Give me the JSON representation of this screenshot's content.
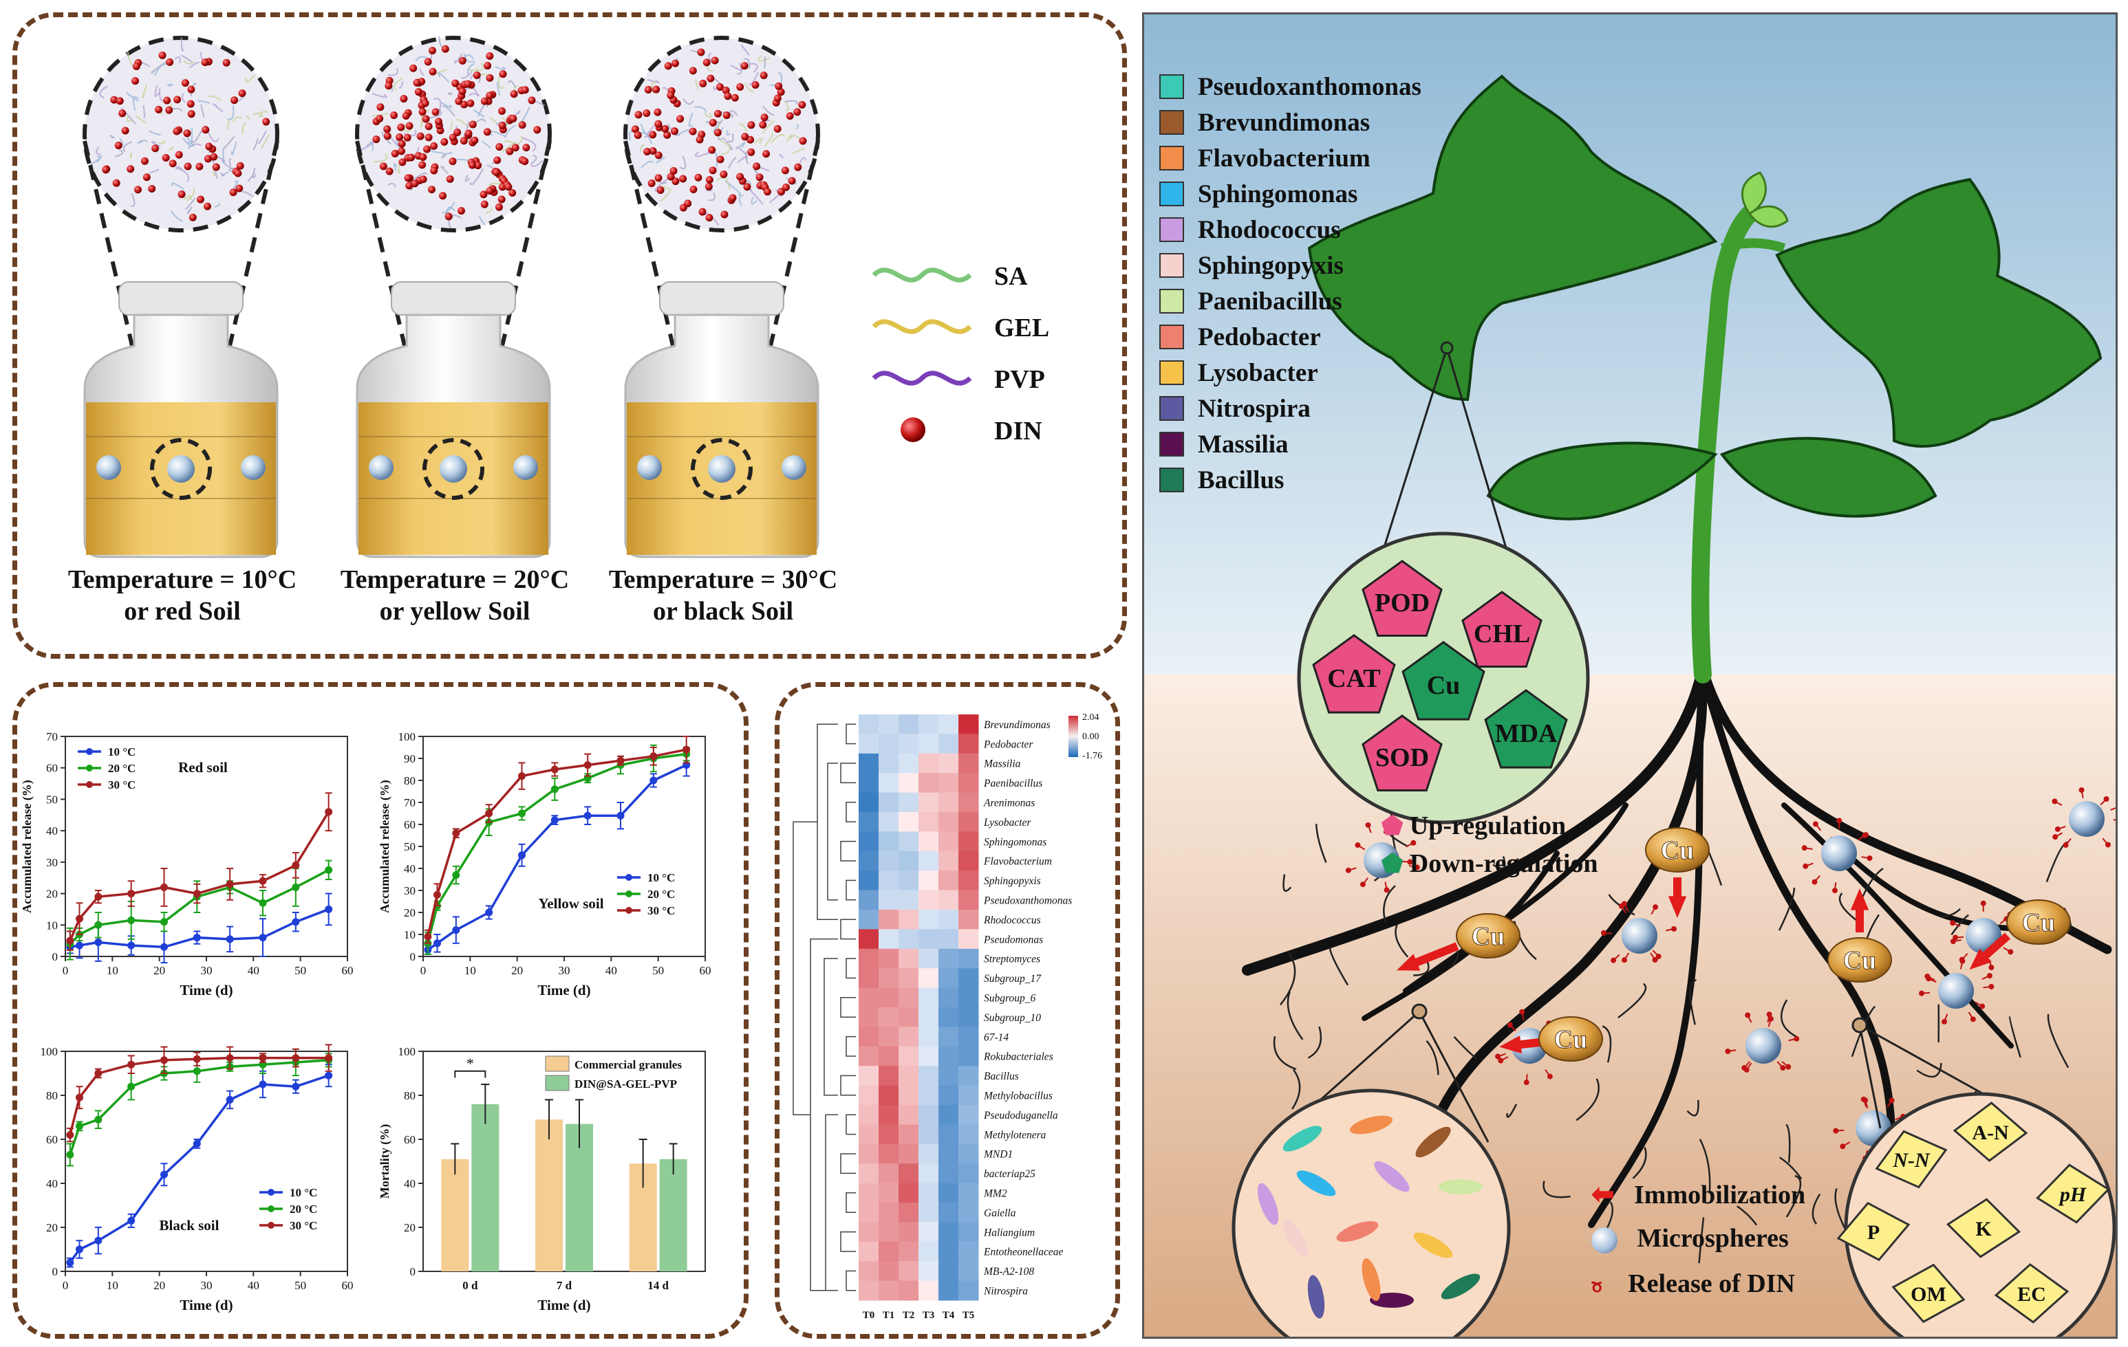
{
  "top_panel": {
    "legend": [
      {
        "label": "SA",
        "color": "#7cc77a"
      },
      {
        "label": "GEL",
        "color": "#e0c24b"
      },
      {
        "label": "PVP",
        "color": "#7a3fb8"
      },
      {
        "label": "DIN",
        "color": "#c01414"
      }
    ],
    "jars": [
      {
        "line1": "Temperature = 10°C",
        "line2": "or red Soil"
      },
      {
        "line1": "Temperature = 20°C",
        "line2": "or yellow Soil"
      },
      {
        "line1": "Temperature = 30°C",
        "line2": "or black Soil"
      }
    ]
  },
  "chart_data": [
    {
      "type": "line",
      "title": "Red soil",
      "xlabel": "Time (d)",
      "ylabel": "Accumulated release (%)",
      "xlim": [
        0,
        60
      ],
      "ylim": [
        0,
        70
      ],
      "xticks": [
        "0",
        "10",
        "20",
        "30",
        "40",
        "50",
        "60"
      ],
      "yticks": [
        "0",
        "10",
        "20",
        "30",
        "40",
        "50",
        "60",
        "70"
      ],
      "x": [
        1,
        3,
        7,
        14,
        21,
        28,
        35,
        42,
        49,
        56
      ],
      "series": [
        {
          "name": "10 °C",
          "color": "#1f3fd6",
          "values": [
            3,
            3.5,
            4.5,
            3.5,
            3,
            6,
            5.5,
            6,
            11,
            15
          ]
        },
        {
          "name": "20 °C",
          "color": "#1aa11a",
          "values": [
            4,
            7,
            10,
            11.5,
            11,
            19,
            22,
            17,
            22,
            27.5
          ]
        },
        {
          "name": "30 °C",
          "color": "#a52222",
          "values": [
            5,
            12,
            19,
            20,
            22,
            20,
            23,
            24,
            29,
            46
          ]
        }
      ]
    },
    {
      "type": "line",
      "title": "Yellow soil",
      "xlabel": "Time (d)",
      "ylabel": "Accumulated release (%)",
      "xlim": [
        0,
        60
      ],
      "ylim": [
        0,
        100
      ],
      "xticks": [
        "0",
        "10",
        "20",
        "30",
        "40",
        "50",
        "60"
      ],
      "yticks": [
        "0",
        "10",
        "20",
        "30",
        "40",
        "50",
        "60",
        "70",
        "80",
        "90",
        "100"
      ],
      "x": [
        1,
        3,
        7,
        14,
        21,
        28,
        35,
        42,
        49,
        56
      ],
      "series": [
        {
          "name": "10 °C",
          "color": "#1f3fd6",
          "values": [
            3,
            6,
            12,
            20,
            46,
            62,
            64,
            64,
            80,
            87
          ]
        },
        {
          "name": "20 °C",
          "color": "#1aa11a",
          "values": [
            6,
            23,
            37,
            61,
            65,
            76,
            81,
            87,
            90,
            92
          ]
        },
        {
          "name": "30 °C",
          "color": "#a52222",
          "values": [
            9,
            28,
            56,
            65,
            82,
            85,
            87,
            89,
            91,
            94
          ]
        }
      ]
    },
    {
      "type": "line",
      "title": "Black soil",
      "xlabel": "Time (d)",
      "ylabel": "",
      "xlim": [
        0,
        60
      ],
      "ylim": [
        0,
        100
      ],
      "xticks": [
        "0",
        "10",
        "20",
        "30",
        "40",
        "50",
        "60"
      ],
      "yticks": [
        "0",
        "20",
        "40",
        "60",
        "80",
        "100"
      ],
      "x": [
        1,
        3,
        7,
        14,
        21,
        28,
        35,
        42,
        49,
        56
      ],
      "series": [
        {
          "name": "10 °C",
          "color": "#1f3fd6",
          "values": [
            4,
            10,
            14,
            23,
            44,
            58,
            78,
            85,
            84,
            89
          ]
        },
        {
          "name": "20 °C",
          "color": "#1aa11a",
          "values": [
            53,
            66,
            69,
            84,
            90,
            91,
            93,
            94,
            95,
            96
          ]
        },
        {
          "name": "30 °C",
          "color": "#a52222",
          "values": [
            62,
            79,
            90,
            94,
            96,
            96.5,
            97,
            97,
            97,
            97
          ]
        }
      ]
    },
    {
      "type": "bar",
      "title": "",
      "xlabel": "Time (d)",
      "ylabel": "Mortality (%)",
      "ylim": [
        0,
        100
      ],
      "yticks": [
        "0",
        "20",
        "40",
        "60",
        "80",
        "100"
      ],
      "categories": [
        "0 d",
        "7 d",
        "14 d"
      ],
      "annotation": "*",
      "series": [
        {
          "name": "Commercial granules",
          "color": "#f5cc92",
          "values": [
            51,
            69,
            49
          ]
        },
        {
          "name": "DIN@SA-GEL-PVP",
          "color": "#8fcc98",
          "values": [
            76,
            67,
            51
          ]
        }
      ]
    },
    {
      "type": "heatmap",
      "columns": [
        "T0",
        "T1",
        "T2",
        "T3",
        "T4",
        "T5"
      ],
      "rows": [
        "Brevundimonas",
        "Pedobacter",
        "Massilia",
        "Paenibacillus",
        "Arenimonas",
        "Lysobacter",
        "Sphingomonas",
        "Flavobacterium",
        "Sphingopyxis",
        "Pseudoxanthomonas",
        "Rhodococcus",
        "Pseudomonas",
        "Streptomyces",
        "Subgroup_17",
        "Subgroup_6",
        "Subgroup_10",
        "67-14",
        "Rokubacteriales",
        "Bacillus",
        "Methylobacillus",
        "Pseudoduganella",
        "Methylotenera",
        "MND1",
        "bacteriap25",
        "MM2",
        "Gaiella",
        "Haliangium",
        "Entotheonellaceae",
        "MB-A2-108",
        "Nitrospira"
      ],
      "scale": [
        "2.04",
        "0.00",
        "-1.76"
      ],
      "values": [
        [
          -0.4,
          -0.3,
          -0.5,
          -0.3,
          -0.2,
          2.0
        ],
        [
          -0.3,
          -0.4,
          -0.3,
          -0.2,
          -0.4,
          1.6
        ],
        [
          -1.6,
          -0.4,
          -0.2,
          0.4,
          0.3,
          1.3
        ],
        [
          -1.6,
          -0.2,
          0.0,
          0.7,
          0.6,
          1.2
        ],
        [
          -1.7,
          -0.5,
          -0.3,
          0.3,
          0.5,
          1.1
        ],
        [
          -1.5,
          -0.3,
          0.0,
          0.4,
          0.7,
          1.3
        ],
        [
          -1.6,
          -0.6,
          -0.4,
          0.1,
          0.6,
          1.5
        ],
        [
          -1.5,
          -0.5,
          -0.6,
          -0.2,
          0.5,
          1.6
        ],
        [
          -1.6,
          -0.4,
          -0.5,
          0.0,
          0.7,
          1.4
        ],
        [
          -1.2,
          -0.3,
          -0.3,
          0.2,
          0.3,
          1.2
        ],
        [
          -1.0,
          0.8,
          0.4,
          -0.2,
          -0.3,
          0.9
        ],
        [
          1.9,
          -0.2,
          -0.4,
          -0.5,
          -0.5,
          0.2
        ],
        [
          1.2,
          1.0,
          0.5,
          -0.3,
          -1.0,
          -1.1
        ],
        [
          1.2,
          0.9,
          0.7,
          0.0,
          -1.1,
          -1.4
        ],
        [
          1.0,
          1.0,
          0.8,
          -0.2,
          -1.2,
          -1.4
        ],
        [
          1.0,
          0.8,
          0.9,
          -0.2,
          -1.3,
          -1.4
        ],
        [
          1.1,
          0.9,
          0.6,
          -0.2,
          -1.1,
          -1.3
        ],
        [
          0.9,
          1.1,
          0.4,
          -0.1,
          -1.2,
          -1.3
        ],
        [
          0.3,
          1.4,
          0.5,
          -0.4,
          -1.2,
          -1.0
        ],
        [
          0.4,
          1.6,
          0.5,
          -0.4,
          -1.3,
          -0.9
        ],
        [
          0.5,
          1.5,
          0.6,
          -0.5,
          -1.4,
          -0.8
        ],
        [
          0.6,
          1.4,
          0.9,
          -0.5,
          -1.3,
          -0.9
        ],
        [
          0.7,
          1.2,
          1.0,
          -0.3,
          -1.3,
          -1.0
        ],
        [
          0.5,
          0.9,
          1.4,
          -0.2,
          -1.3,
          -1.1
        ],
        [
          0.6,
          0.8,
          1.5,
          -0.3,
          -1.4,
          -1.0
        ],
        [
          0.6,
          0.9,
          1.2,
          -0.3,
          -1.3,
          -1.0
        ],
        [
          0.7,
          0.9,
          1.0,
          -0.1,
          -1.4,
          -1.1
        ],
        [
          0.5,
          1.1,
          0.9,
          -0.2,
          -1.4,
          -1.0
        ],
        [
          0.7,
          1.0,
          0.7,
          -0.1,
          -1.4,
          -1.0
        ],
        [
          0.6,
          0.8,
          0.9,
          0.0,
          -1.4,
          -1.1
        ]
      ]
    }
  ],
  "plant_panel": {
    "bacteria": [
      {
        "name": "Pseudoxanthomonas",
        "color": "#3cc9b6"
      },
      {
        "name": "Brevundimonas",
        "color": "#9a5a2b"
      },
      {
        "name": "Flavobacterium",
        "color": "#f28d4b"
      },
      {
        "name": "Sphingomonas",
        "color": "#2fb5ea"
      },
      {
        "name": "Rhodococcus",
        "color": "#c99be0"
      },
      {
        "name": "Sphingopyxis",
        "color": "#f6d2cf"
      },
      {
        "name": "Paenibacillus",
        "color": "#cfe8a4"
      },
      {
        "name": "Pedobacter",
        "color": "#ef8070"
      },
      {
        "name": "Lysobacter",
        "color": "#f7c24a"
      },
      {
        "name": "Nitrospira",
        "color": "#5c5aa0"
      },
      {
        "name": "Massilia",
        "color": "#5a1050"
      },
      {
        "name": "Bacillus",
        "color": "#1f7a57"
      }
    ],
    "pentagons": [
      {
        "label": "POD",
        "color": "#ea4f84"
      },
      {
        "label": "CHL",
        "color": "#ea4f84"
      },
      {
        "label": "CAT",
        "color": "#ea4f84"
      },
      {
        "label": "Cu",
        "color": "#1f9a5b"
      },
      {
        "label": "MDA",
        "color": "#1f9a5b"
      },
      {
        "label": "SOD",
        "color": "#ea4f84"
      }
    ],
    "regulation": [
      {
        "label": "Up-regulation",
        "color": "#ea4f84"
      },
      {
        "label": "Down-regulation",
        "color": "#1f9a5b"
      }
    ],
    "cu_label": "Cu",
    "soil_props": [
      "N-N",
      "A-N",
      "P",
      "K",
      "pH",
      "OM",
      "EC"
    ],
    "legend": {
      "immobilization": "Immobilization",
      "microspheres": "Microspheres",
      "release": "Release of DIN"
    },
    "colors": {
      "sky": "#8fb9d6",
      "soil_top": "#fbeee4",
      "soil_bottom": "#d9a983",
      "root": "#111111",
      "stem": "#3f9e2e",
      "leaf": "#2e8a2b"
    }
  }
}
